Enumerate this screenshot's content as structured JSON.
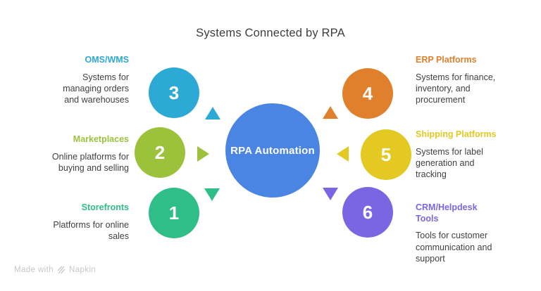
{
  "title": "Systems Connected by RPA",
  "center": {
    "label": "RPA Automation",
    "color": "#4a85e4"
  },
  "nodes": [
    {
      "number": "1",
      "title": "Storefronts",
      "desc": "Platforms for online\nsales",
      "color": "#2fbe87",
      "arrow_direction": "down"
    },
    {
      "number": "2",
      "title": "Marketplaces",
      "desc": "Online platforms for\nbuying and selling",
      "color": "#9cc23b",
      "arrow_direction": "right"
    },
    {
      "number": "3",
      "title": "OMS/WMS",
      "desc": "Systems for\nmanaging orders\nand warehouses",
      "color": "#2ca9d4",
      "arrow_direction": "up"
    },
    {
      "number": "4",
      "title": "ERP Platforms",
      "desc": "Systems for finance,\ninventory, and\nprocurement",
      "color": "#e0802c",
      "arrow_direction": "up"
    },
    {
      "number": "5",
      "title": "Shipping Platforms",
      "desc": "Systems for label\ngeneration and\ntracking",
      "color": "#e3c922",
      "arrow_direction": "left"
    },
    {
      "number": "6",
      "title": "CRM/Helpdesk\nTools",
      "desc": "Tools for customer\ncommunication and\nsupport",
      "color": "#7a66e3",
      "arrow_direction": "down"
    }
  ],
  "watermark": {
    "prefix": "Made with",
    "brand": "Napkin"
  },
  "palette": {
    "title_text": "#3d3d3d",
    "body_text": "#3f4145",
    "watermark_text": "#c5c7cb",
    "background": "#ffffff"
  }
}
